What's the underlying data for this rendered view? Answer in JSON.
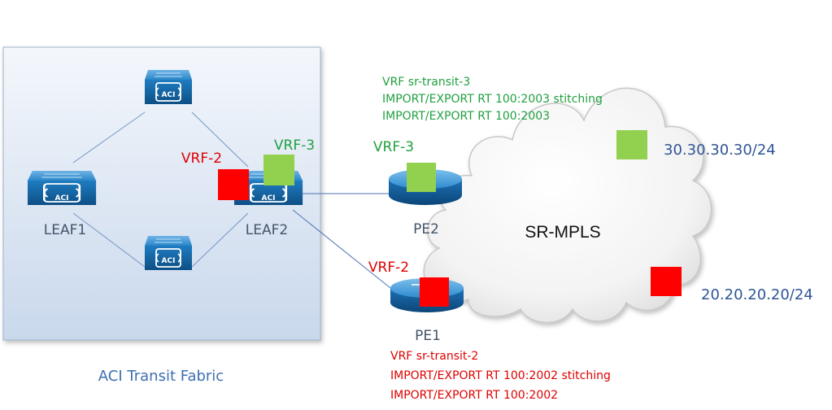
{
  "fabric": {
    "title": "ACI Transit Fabric",
    "leaf1_label": "LEAF1",
    "leaf2_label": "LEAF2",
    "switch_badge": "ACI"
  },
  "cloud": {
    "title": "SR-MPLS",
    "prefix_green": "30.30.30.30/24",
    "prefix_red": "20.20.20.20/24"
  },
  "routers": {
    "pe2_label": "PE2",
    "pe1_label": "PE1"
  },
  "vrf_labels": {
    "leaf2_red": "VRF-2",
    "leaf2_green": "VRF-3",
    "pe2_green": "VRF-3",
    "pe1_red": "VRF-2"
  },
  "notes": {
    "green": [
      "VRF sr-transit-3",
      "IMPORT/EXPORT RT 100:2003 stitching",
      "IMPORT/EXPORT RT 100:2003"
    ],
    "red": [
      "VRF sr-transit-2",
      "IMPORT/EXPORT RT 100:2002 stitching",
      "IMPORT/EXPORT RT 100:2002"
    ]
  },
  "colors": {
    "vrf_red": "#ff0000",
    "vrf_green": "#92d050",
    "switch_blue": "#1f6fb4",
    "fabric_bg": "#e3ebf6"
  }
}
